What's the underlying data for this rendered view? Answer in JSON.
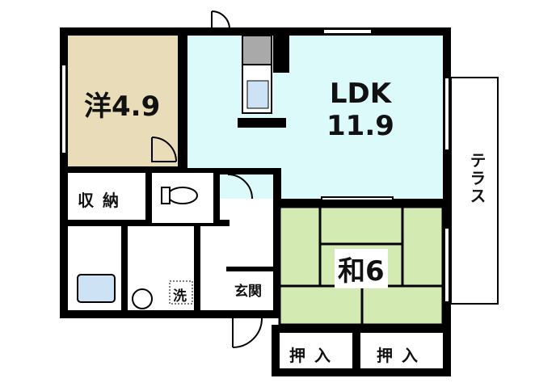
{
  "floorplan": {
    "rooms": {
      "western_room": {
        "name": "洋",
        "size": "4.9"
      },
      "ldk": {
        "name": "LDK",
        "size": "11.9"
      },
      "japanese_room": {
        "name": "和",
        "size": "6"
      },
      "closet": "収 納",
      "entrance": "玄関",
      "washroom": "洗",
      "terrace": "テラス",
      "oshiire_left": "押 入",
      "oshiire_right": "押 入"
    },
    "colors": {
      "western_room": "#e9ddb9",
      "ldk": "#dcfafa",
      "tatami": "#d3eab2",
      "wall": "#000000",
      "kitchen": "#a9a9a9",
      "bath": "#cde3f5"
    }
  }
}
